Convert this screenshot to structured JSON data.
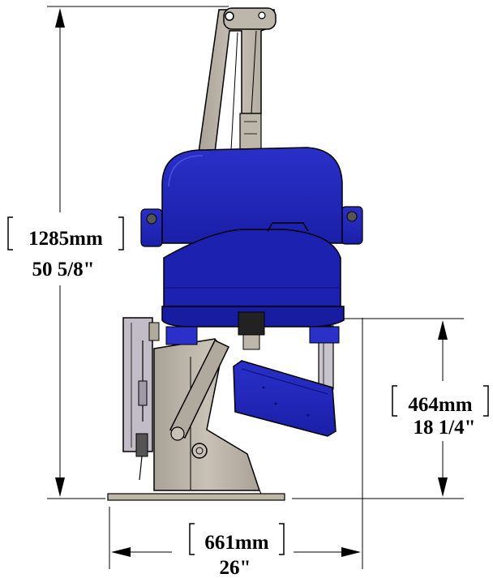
{
  "dimensions": {
    "height_total": {
      "metric": "1285mm",
      "imperial": "50 5/8\""
    },
    "seat_height": {
      "metric": "464mm",
      "imperial": "18 1/4\""
    },
    "base_width": {
      "metric": "661mm",
      "imperial": "26\""
    }
  },
  "colors": {
    "seat": "#1d22b8",
    "seat_dark": "#0b0e6e",
    "frame": "#bdb6aa",
    "frame_dark": "#8f887d",
    "line": "#000000"
  }
}
